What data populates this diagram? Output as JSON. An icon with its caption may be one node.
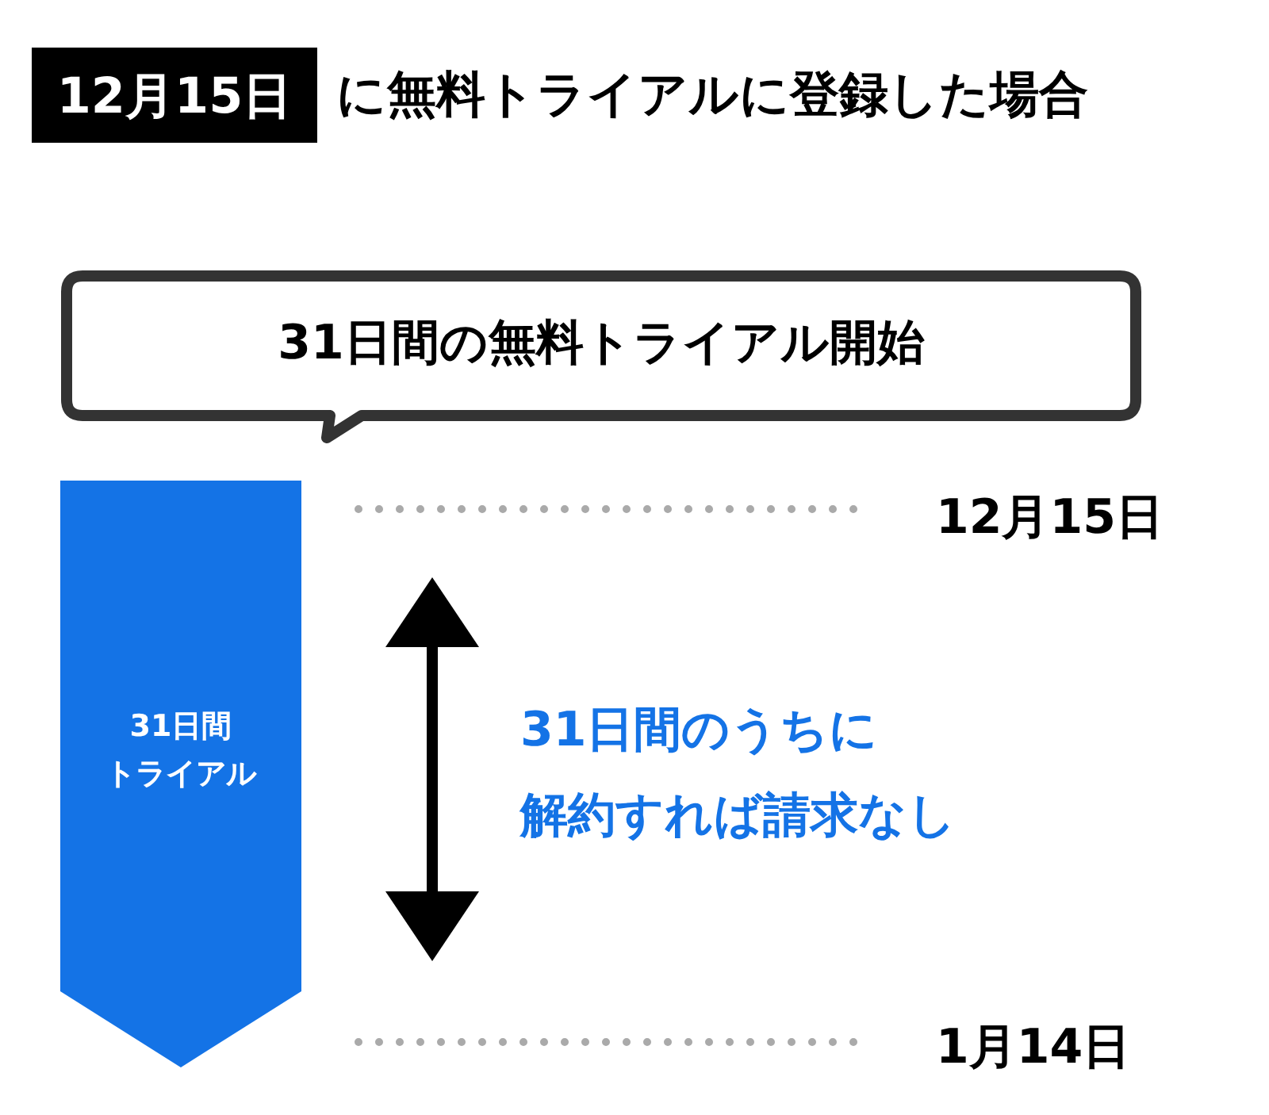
{
  "diagram": {
    "nodes": [
      {
        "text": [
          "12月15日"
        ],
        "beside": [
          "に無料トライアルに登録した場合"
        ]
      },
      {
        "text": [
          "31日間の無料トライアル開始"
        ]
      },
      {
        "text": [
          "31日間",
          "トライアル"
        ]
      }
    ],
    "labels": [
      "12月15日",
      "31日間のうちに",
      "解約すれば請求なし",
      "1月14日"
    ]
  }
}
